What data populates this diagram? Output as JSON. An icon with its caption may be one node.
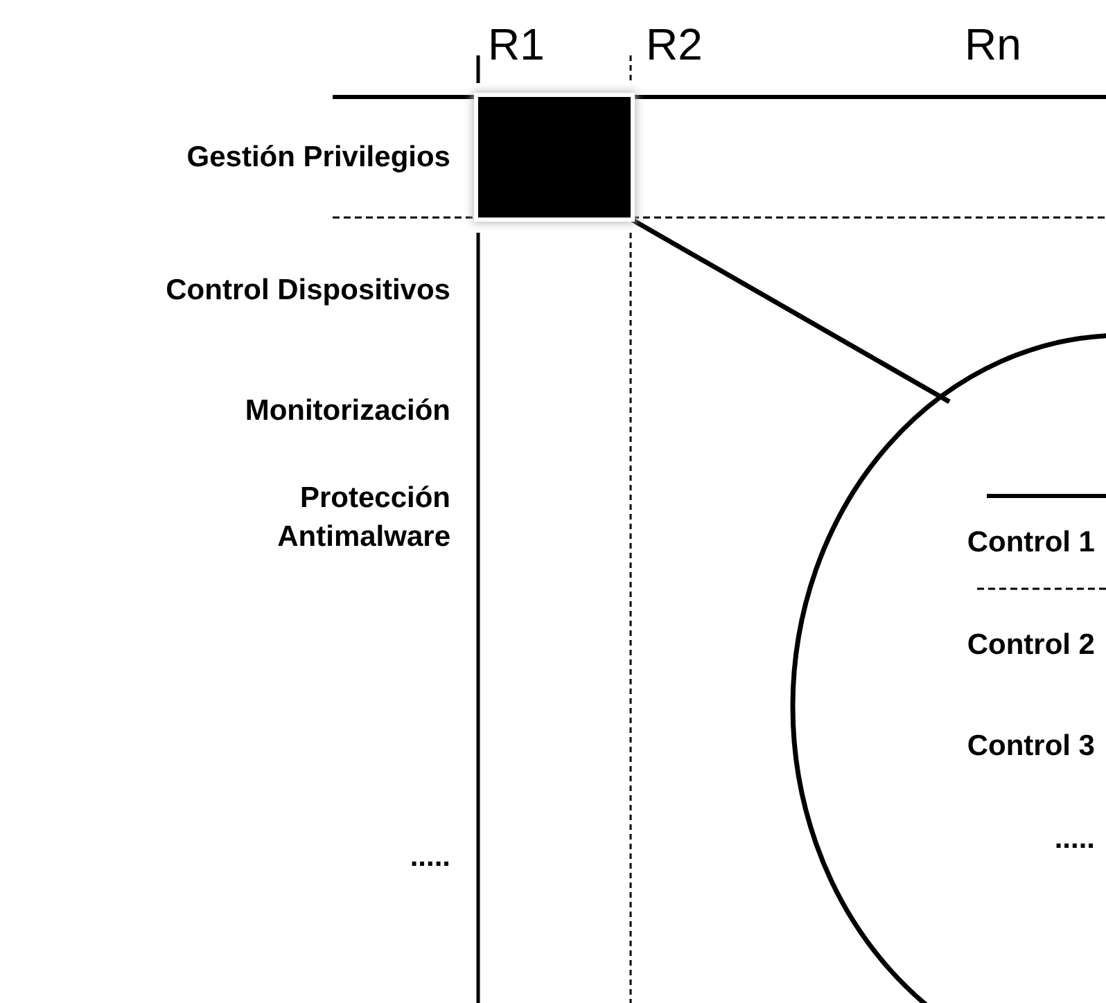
{
  "diagram": {
    "nodes": [
      {
        "text": [],
        "shape": "box"
      },
      {
        "text": [
          "Control 1",
          "Control 2",
          "Control 3",
          "....."
        ]
      }
    ],
    "edges": [
      {
        "from": 0,
        "to": 1,
        "arrow": "none"
      }
    ],
    "labels": [
      "R1",
      "R2",
      "Rn",
      "Gestión Privilegios",
      "Control Dispositivos",
      "Monitorización",
      "Protección Antimalware",
      "....."
    ]
  }
}
